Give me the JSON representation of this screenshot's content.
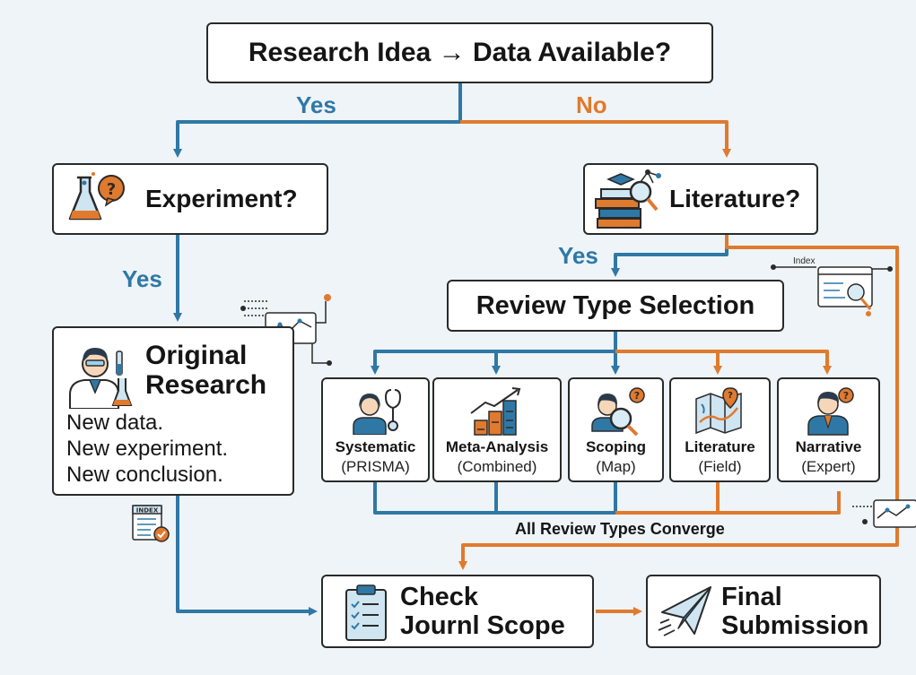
{
  "diagram": {
    "start": {
      "title": "Research Idea → Data Available?"
    },
    "labels": {
      "yes_left": "Yes",
      "no_right": "No",
      "yes_experiment": "Yes",
      "yes_literature": "Yes"
    },
    "experiment": {
      "title": "Experiment?",
      "icon": "flask-question-icon"
    },
    "literature": {
      "title": "Literature?",
      "icon": "books-search-icon"
    },
    "original_research": {
      "title_line1": "Original",
      "title_line2": "Research",
      "lines": [
        "New data.",
        "New experiment.",
        "New conclusion."
      ],
      "icon": "scientist-icon"
    },
    "review_selection": {
      "title": "Review Type Selection"
    },
    "review_types": [
      {
        "title": "Systematic",
        "sub": "(PRISMA)",
        "icon": "doctor-stethoscope-icon"
      },
      {
        "title": "Meta-Analysis",
        "sub": "(Combined)",
        "icon": "growth-chart-icon"
      },
      {
        "title": "Scoping",
        "sub": "(Map)",
        "icon": "magnifier-person-icon"
      },
      {
        "title": "Literature",
        "sub": "(Field)",
        "icon": "map-icon"
      },
      {
        "title": "Narrative",
        "sub": "(Expert)",
        "icon": "expert-person-icon"
      }
    ],
    "converge_label": "All Review Types Converge",
    "check_scope": {
      "line1": "Check",
      "line2": "Journl Scope",
      "icon": "clipboard-checklist-icon"
    },
    "final": {
      "line1": "Final",
      "line2": "Submission",
      "icon": "paper-plane-icon"
    },
    "decorations": {
      "index_label": "INDEX",
      "index_label_small": "Index"
    },
    "colors": {
      "blue": "#2f78a6",
      "orange": "#e07a2e",
      "border": "#2a2a2a",
      "background": "#eef4f7"
    }
  }
}
